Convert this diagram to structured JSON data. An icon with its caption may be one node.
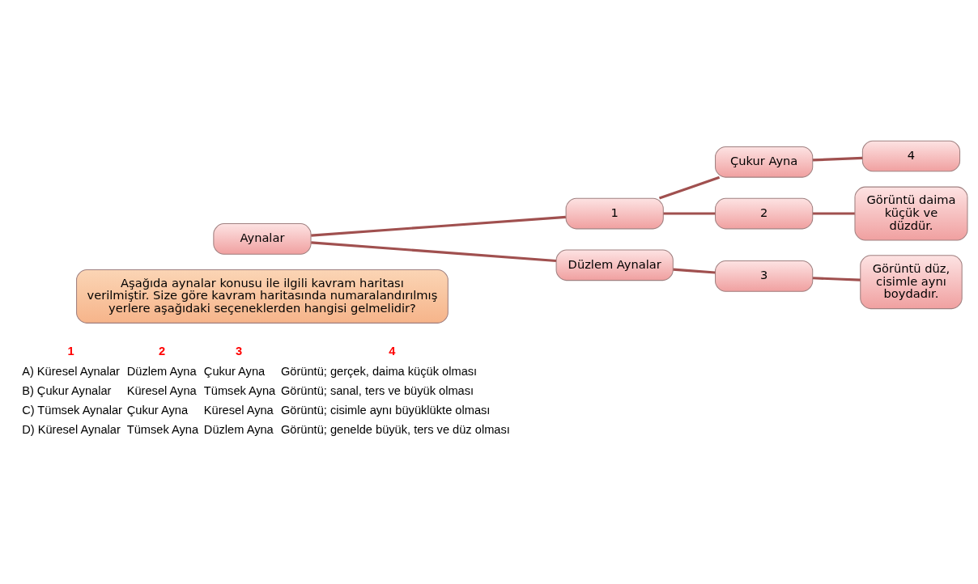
{
  "diagram": {
    "nodes": [
      {
        "text": [
          "Aşağıda aynalar konusu ile ilgili kavram haritası verilmiştir. Size göre kavram haritasında numaralandırılmış yerlere aşağıdaki seçeneklerden hangisi gelmelidir?"
        ]
      },
      {
        "text": [
          "Aynalar"
        ]
      },
      {
        "text": [
          "1"
        ]
      },
      {
        "text": [
          "Düzlem Aynalar"
        ]
      },
      {
        "text": [
          "Çukur Ayna"
        ]
      },
      {
        "text": [
          "2"
        ]
      },
      {
        "text": [
          "3"
        ]
      },
      {
        "text": [
          "4"
        ]
      },
      {
        "text": [
          "Görüntü daima küçük ve düzdür."
        ]
      },
      {
        "text": [
          "Görüntü düz, cisimle aynı boydadır."
        ]
      }
    ],
    "edges": [
      {
        "from": 1,
        "to": 2,
        "arrow": "none"
      },
      {
        "from": 1,
        "to": 3,
        "arrow": "none"
      },
      {
        "from": 2,
        "to": 4,
        "arrow": "none"
      },
      {
        "from": 2,
        "to": 5,
        "arrow": "none"
      },
      {
        "from": 3,
        "to": 6,
        "arrow": "none"
      },
      {
        "from": 4,
        "to": 7,
        "arrow": "none"
      },
      {
        "from": 5,
        "to": 8,
        "arrow": "none"
      },
      {
        "from": 6,
        "to": 9,
        "arrow": "none"
      }
    ],
    "labels": [
      "1",
      "2",
      "3",
      "4",
      "A) Küresel Aynalar",
      "Düzlem Ayna",
      "Çukur Ayna",
      "Görüntü; gerçek, daima küçük olması",
      "B) Çukur Aynalar",
      "Küresel Ayna",
      "Tümsek Ayna",
      "Görüntü; sanal, ters ve büyük olması",
      "C) Tümsek Aynalar",
      "Çukur Ayna",
      "Küresel Ayna",
      "Görüntü; cisimle aynı büyüklükte olması",
      "D) Küresel Aynalar",
      "Tümsek Ayna",
      "Düzlem Ayna",
      "Görüntü; genelde büyük, ters ve düz olması"
    ]
  }
}
